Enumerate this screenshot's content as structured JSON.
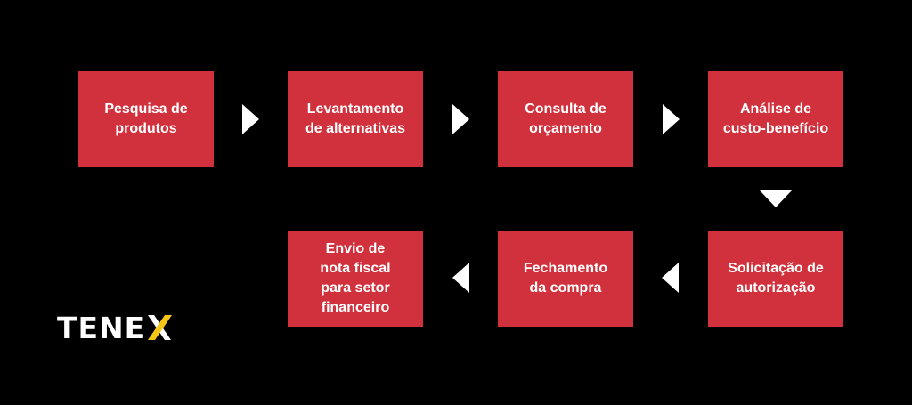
{
  "steps": [
    {
      "label": "Pesquisa de\nprodutos"
    },
    {
      "label": "Levantamento\nde alternativas"
    },
    {
      "label": "Consulta de\norçamento"
    },
    {
      "label": "Análise de\ncusto-benefício"
    },
    {
      "label": "Solicitação de\nautorização"
    },
    {
      "label": "Fechamento\nda compra"
    },
    {
      "label": "Envio de\nnota fiscal\npara setor\nfinanceiro"
    }
  ],
  "logo": {
    "text": "TENE",
    "accent_letter": "X"
  },
  "colors": {
    "background": "#000000",
    "box": "#d0313c",
    "arrow": "#ffffff",
    "logo_accent": "#f5c518"
  }
}
